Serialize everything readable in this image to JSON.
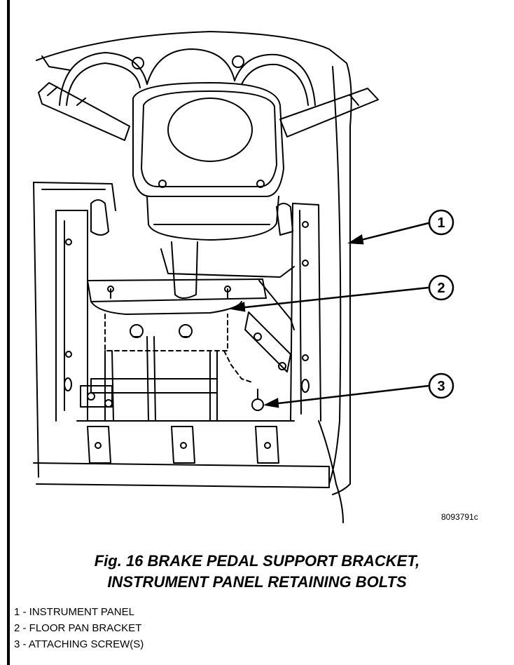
{
  "figure": {
    "id": "8093791c",
    "caption_line1": "Fig. 16 BRAKE PEDAL SUPPORT BRACKET,",
    "caption_line2": "INSTRUMENT PANEL RETAINING BOLTS"
  },
  "callouts": [
    {
      "number": "1",
      "label": "1 - INSTRUMENT PANEL"
    },
    {
      "number": "2",
      "label": "2 - FLOOR PAN BRACKET"
    },
    {
      "number": "3",
      "label": "3 - ATTACHING SCREW(S)"
    }
  ],
  "colors": {
    "line": "#000000",
    "background": "#ffffff"
  }
}
